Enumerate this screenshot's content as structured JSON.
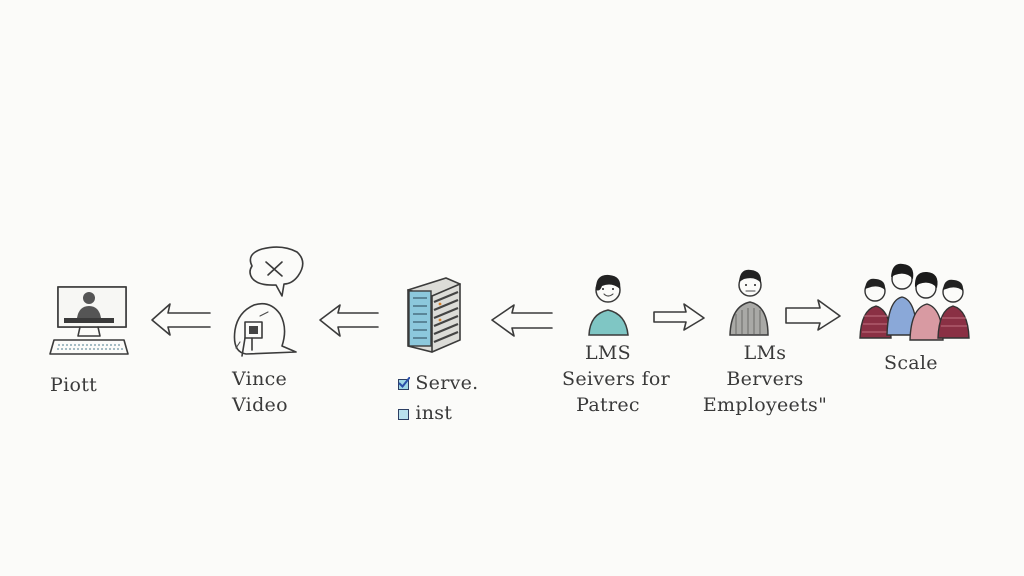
{
  "colors": {
    "ink": "#3b3b3b",
    "screen_blue": "#8fd0e3",
    "checkbox_blue": "#3a6fc9",
    "teal_shirt": "#7fc6c4",
    "maroon_shirt": "#8a3044",
    "pink_shirt": "#d89aa2",
    "blue_shirt": "#8aa8d8"
  },
  "nodes": [
    {
      "icon": "desktop-computer-icon",
      "lines": [
        "Piott"
      ]
    },
    {
      "icon": "video-camera-icon",
      "lines": [
        "Vince",
        "Video"
      ]
    },
    {
      "icon": "server-rack-icon",
      "lines": [
        "Serve.",
        "inst"
      ],
      "checkboxes": [
        true,
        false
      ]
    },
    {
      "icon": "person-teal-icon",
      "lines": [
        "LMS",
        "Seivers for",
        "Patrec"
      ]
    },
    {
      "icon": "person-gray-icon",
      "lines": [
        "LMs",
        "Bervers",
        "Employeets\""
      ]
    },
    {
      "icon": "group-people-icon",
      "lines": [
        "Scale"
      ]
    }
  ],
  "speech_bubble": {
    "icon": "x-mark-icon"
  }
}
